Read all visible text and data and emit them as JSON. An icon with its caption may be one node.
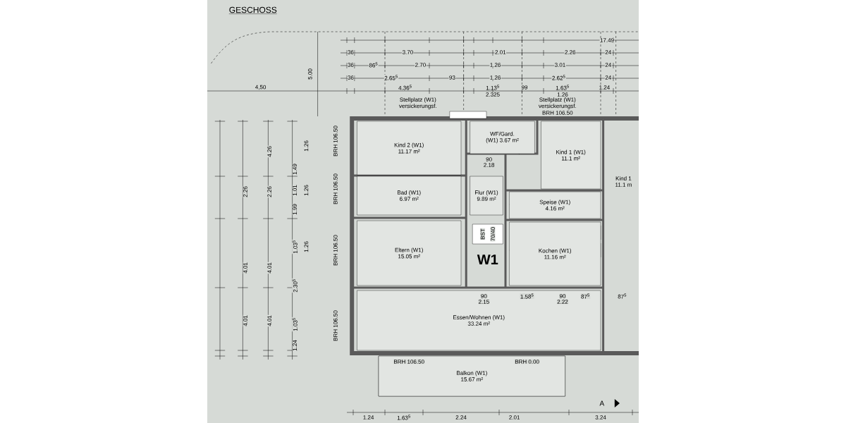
{
  "diagram": {
    "nodes": [
      {
        "text": [
          "Kind 2 (W1)",
          "11.17 m²"
        ]
      },
      {
        "text": [
          "WF/Gard.",
          "(W1) 3.67 m²"
        ]
      },
      {
        "text": [
          "Bad (W1)",
          "6.97 m²"
        ]
      },
      {
        "text": [
          "Flur (W1)",
          "9.89 m²"
        ]
      },
      {
        "text": [
          "Kind 1 (W1)",
          "11.1 m²"
        ]
      },
      {
        "text": [
          "Speise (W1)",
          "4.16 m²"
        ]
      },
      {
        "text": [
          "Eltern (W1)",
          "15.05 m²"
        ]
      },
      {
        "text": [
          "Kochen (W1)",
          "11.16 m²"
        ]
      },
      {
        "text": [
          "Essen/Wohnen (W1)",
          "33.24 m²"
        ]
      },
      {
        "text": [
          "Balkon (W1)",
          "15.67 m²"
        ]
      }
    ],
    "labels": [
      "GESCHOSS",
      "17.49",
      "36",
      "3.70",
      "2.01",
      "2.26",
      "24",
      "36",
      "86$^{5}$",
      "2.70",
      "1.26",
      "3.01",
      "24",
      "36",
      "2.65$^{5}$",
      "93",
      "1.26",
      "2.62$^{5}$",
      "24",
      "4,50",
      "4.36$^{5}$",
      "1.13$^{5}$",
      "2.325",
      "99",
      "1.63$^{5}$",
      "1.26",
      "1.24",
      "5.00",
      "Stellplatz (W1)",
      "versickerungsf.",
      "Stellplatz (W1)",
      "versickerungsf.",
      "BRH 106.50",
      "BRH 106.50",
      "BRH 106.50",
      "BRH 106.50",
      "BRH 106.50",
      "W1",
      "BST",
      "70/40",
      "90",
      "2.18",
      "90",
      "2.15",
      "1.58$^{5}$",
      "90",
      "2.22",
      "87$^{5}$",
      "87$^{5}$",
      "Kind 1",
      "11.1 m",
      "BRH 106.50",
      "BRH 0.00",
      "A",
      "1.24",
      "1.63$^{5}$",
      "2.24",
      "2.01",
      "3.24",
      "4.26",
      "2.26",
      "4.01",
      "4.01",
      "2.26",
      "4.01",
      "4.01",
      "1.49",
      "1.01",
      "1.99",
      "1.03$^{5}$",
      "2.30$^{5}$",
      "1.03$^{5}$",
      "1.24",
      "1.26",
      "1.26",
      "1.26"
    ]
  }
}
